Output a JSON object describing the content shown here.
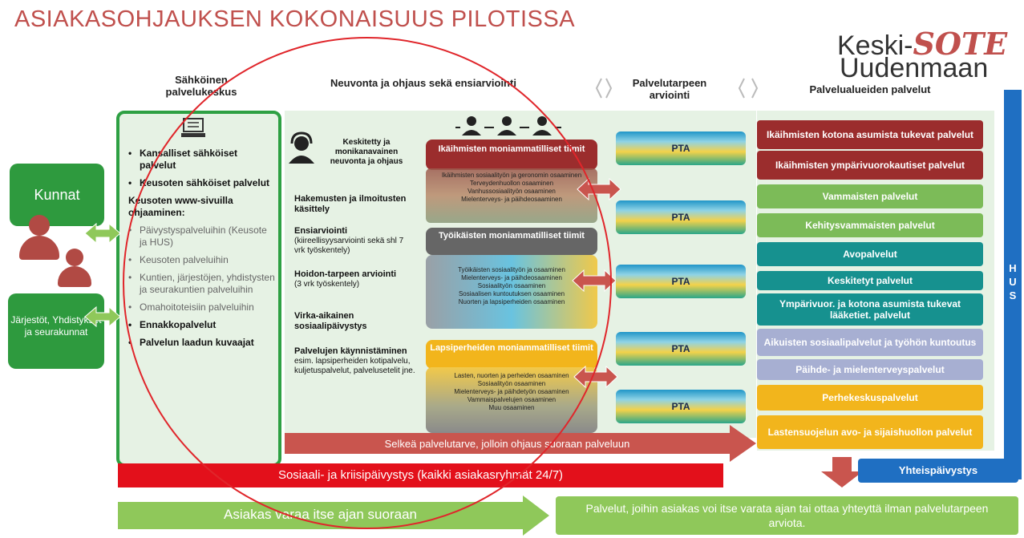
{
  "title": "ASIAKASOHJAUKSEN KOKONAISUUS PILOTISSA",
  "logo": {
    "line1_prefix": "Keski-",
    "line1_brand": "SOTE",
    "line2": "Uudenmaan"
  },
  "headers": {
    "left": "Sähköinen palvelukeskus",
    "mid": "Neuvonta ja ohjaus sekä ensiarviointi",
    "pta": "Palvelutarpeen arviointi",
    "right": "Palvelualueiden palvelut"
  },
  "kunnat": "Kunnat",
  "jarjestot": "Järjestöt, Yhdistykset ja seurakunnat",
  "left_items": [
    {
      "text": "Kansalliset sähköiset palvelut",
      "bold": true,
      "bullet": true
    },
    {
      "text": "Keusoten sähköiset palvelut",
      "bold": true,
      "bullet": true
    },
    {
      "text": "Keusoten www-sivuilla ohjaaminen:",
      "bold": true,
      "bullet": false
    },
    {
      "text": "Päivystyspalveluihin (Keusote ja HUS)",
      "bold": false,
      "bullet": true
    },
    {
      "text": "Keusoten palveluihin",
      "bold": false,
      "bullet": true
    },
    {
      "text": "Kuntien, järjestöjen, yhdistysten ja seurakuntien palveluihin",
      "bold": false,
      "bullet": true
    },
    {
      "text": "Omahoitoteisiin palveluihin",
      "bold": false,
      "bullet": true
    },
    {
      "text": "Ennakkopalvelut",
      "bold": true,
      "bullet": true
    },
    {
      "text": "Palvelun laadun kuvaajat",
      "bold": true,
      "bullet": true
    }
  ],
  "mid_items": {
    "headset": "Keskitetty ja monikanavainen neuvonta ja ohjaus",
    "hakemukset": "Hakemusten ja ilmoitusten käsittely",
    "ensiarviointi_title": "Ensiarviointi",
    "ensiarviointi_sub": "(kiireellisyysarviointi sekä shl 7 vrk työskentely)",
    "hoidon_title": "Hoidon-tarpeen arviointi",
    "hoidon_sub": "(3 vrk työskentely)",
    "virka": "Virka-aikainen sosiaalipäivystys",
    "kaynnistaminen_title": "Palvelujen käynnistäminen",
    "kaynnistaminen_sub": "esim. lapsiperheiden kotipalvelu, kuljetuspalvelut, palvelusetelit jne."
  },
  "teams": [
    {
      "title": "Ikäihmisten moniammatilliset tiimit",
      "color": "#9b2d2d",
      "list": [
        "Ikäihmisten sosiaalityön ja geronomin osaaminen",
        "Terveydenhuollon osaaminen",
        "Vanhussosiaalityön osaaminen",
        "Mielenterveys- ja päihdeosaaminen"
      ]
    },
    {
      "title": "Työikäisten moniammatilliset tiimit",
      "color": "#666666",
      "list": [
        "Työikäisten sosiaalityön ja osaaminen",
        "Mielenterveys- ja päihdeosaaminen",
        "Sosiaalityön osaaminen",
        "Sosiaalisen kuntoutuksen osaaminen",
        "Nuorten ja lapsiperheiden osaaminen"
      ]
    },
    {
      "title": "Lapsiperheiden moniammatilliset tiimit",
      "color": "#f2b51c",
      "list": [
        "Lasten, nuorten ja perheiden osaaminen",
        "Sosiaalityön osaaminen",
        "Mielenterveys- ja päihdetyön osaaminen",
        "Vammaispalvelujen osaaminen",
        "Muu osaaminen"
      ]
    }
  ],
  "pta_label": "PTA",
  "services": [
    {
      "label": "Ikäihmisten kotona asumista tukevat palvelut",
      "color": "#9b2d2d"
    },
    {
      "label": "Ikäihmisten ympärivuorokautiset palvelut",
      "color": "#9b2d2d"
    },
    {
      "label": "Vammaisten palvelut",
      "color": "#7cbb58"
    },
    {
      "label": "Kehitysvammaisten palvelut",
      "color": "#7cbb58"
    },
    {
      "label": "Avopalvelut",
      "color": "#16918f"
    },
    {
      "label": "Keskitetyt palvelut",
      "color": "#16918f"
    },
    {
      "label": "Ympärivuor. ja kotona asumista tukevat lääketiet. palvelut",
      "color": "#16918f"
    },
    {
      "label": "Aikuisten sosiaalipalvelut ja työhön kuntoutus",
      "color": "#a7afd2"
    },
    {
      "label": "Päihde- ja mielenterveyspalvelut",
      "color": "#a7afd2"
    },
    {
      "label": "Perhekeskuspalvelut",
      "color": "#f2b51c"
    },
    {
      "label": "Lastensuojelun avo- ja sijaishuollon palvelut",
      "color": "#f2b51c"
    }
  ],
  "hus_letters": [
    "H",
    "U",
    "S"
  ],
  "selkea_arrow": "Selkeä palvelutarve, jolloin ohjaus suoraan palveluun",
  "sosiaali_bar": "Sosiaali- ja kriisipäivystys (kaikki asiakasryhmät 24/7)",
  "yhteispaivystys": "Yhteispäivystys",
  "asiakas_varaa": "Asiakas varaa itse ajan suoraan",
  "palvelut_bottom": "Palvelut, joihin asiakas voi itse varata ajan tai ottaa yhteyttä ilman palvelutarpeen arviota.",
  "colors": {
    "title": "#c0504d",
    "green": "#2e9a3e",
    "red_bar": "#e3101b",
    "hus_blue": "#1f6fc2",
    "arrow_red": "#c9554e",
    "arrow_green": "#8fc85a"
  }
}
